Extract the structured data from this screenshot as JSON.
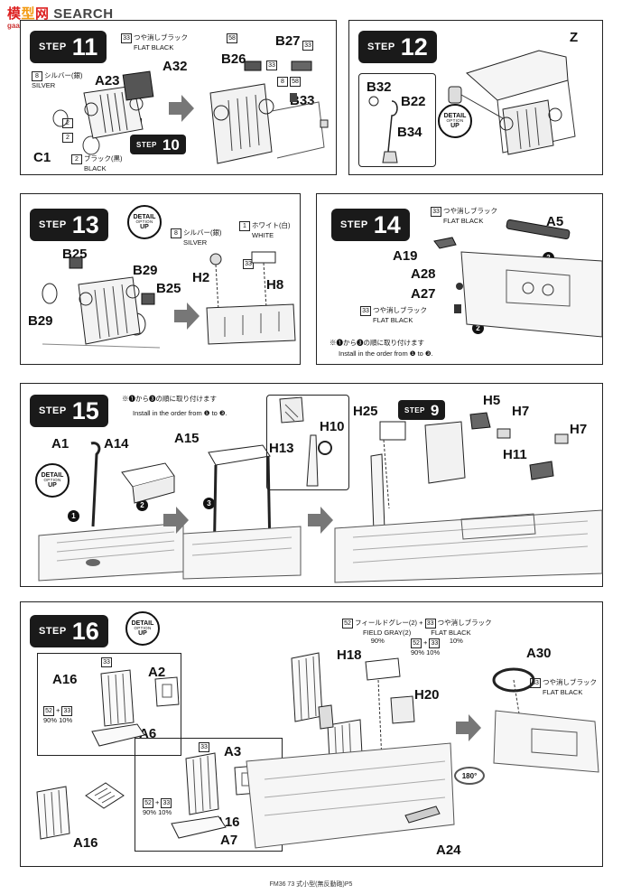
{
  "watermark": {
    "part1": "模",
    "part2": "型",
    "part3": "网",
    "brand": "SEARCH",
    "sub": "gaa-shor.com"
  },
  "step_word": "STEP",
  "detail": {
    "l1": "DETAIL",
    "l2": "OPTION",
    "l3": "UP"
  },
  "steps": {
    "s11": {
      "number": "11",
      "paint_flat_black": {
        "num": "33",
        "jp": "つや消しブラック",
        "en": "FLAT BLACK"
      },
      "paint_silver": {
        "num": "8",
        "jp": "シルバー(銀)",
        "en": "SILVER"
      },
      "paint_black": {
        "num": "2",
        "jp": "ブラック(黒)",
        "en": "BLACK"
      },
      "labels": {
        "a32": "A32",
        "a23": "A23",
        "c1": "C1",
        "b26": "B26",
        "b27": "B27",
        "b33": "B33"
      },
      "callouts": {
        "c2a": "2",
        "c8a": "8",
        "c2b": "2",
        "c58": "58",
        "c33a": "33",
        "c33b": "33",
        "c8b": "8",
        "c58b": "58"
      }
    },
    "s10": {
      "number": "10"
    },
    "s12": {
      "number": "12",
      "labels": {
        "z": "Z",
        "b32": "B32",
        "b22": "B22",
        "b34": "B34"
      }
    },
    "s13": {
      "number": "13",
      "paint_silver": {
        "num": "8",
        "jp": "シルバー(銀)",
        "en": "SILVER"
      },
      "paint_white": {
        "num": "1",
        "jp": "ホワイト(白)",
        "en": "WHITE"
      },
      "labels": {
        "b25a": "B25",
        "b29a": "B29",
        "b29b": "B29",
        "b25b": "B25",
        "h2": "H2",
        "h8": "H8"
      },
      "callouts": {
        "c33": "33"
      }
    },
    "s14": {
      "number": "14",
      "paint_flat_black_a": {
        "num": "33",
        "jp": "つや消しブラック",
        "en": "FLAT BLACK"
      },
      "paint_flat_black_b": {
        "num": "33",
        "jp": "つや消しブラック",
        "en": "FLAT BLACK"
      },
      "labels": {
        "a5": "A5",
        "a19": "A19",
        "a28": "A28",
        "a27": "A27"
      },
      "order_jp": "※❶から❸の順に取り付けます",
      "order_en": "Install in the order from ❶ to ❸.",
      "nums": [
        "1",
        "2",
        "3"
      ]
    },
    "s15": {
      "number": "15",
      "order_jp": "※❶から❸の順に取り付けます",
      "order_en": "Install in the order from ❶ to ❸.",
      "labels": {
        "a1": "A1",
        "a14": "A14",
        "a15": "A15",
        "h10": "H10",
        "h13": "H13",
        "h25": "H25",
        "h5": "H5",
        "h7a": "H7",
        "h7b": "H7",
        "h11": "H11"
      },
      "nums": [
        "1",
        "2",
        "3"
      ],
      "callout3": "3"
    },
    "s9": {
      "number": "9"
    },
    "s16": {
      "number": "16",
      "paint_field_gray": {
        "num": "52",
        "jp": "フィールドグレー(2)",
        "en": "FIELD GRAY(2)",
        "pct": "90%"
      },
      "paint_flat_black": {
        "num": "33",
        "jp": "つや消しブラック",
        "en": "FLAT BLACK",
        "pct": "10%"
      },
      "plus": "+",
      "labels": {
        "a16a": "A16",
        "a2": "A2",
        "a6": "A6",
        "a3": "A3",
        "a16b": "A16",
        "a7": "A7",
        "a16c": "A16",
        "h18": "H18",
        "h20": "H20",
        "a30": "A30",
        "a24": "A24"
      },
      "mix": {
        "n52": "52",
        "n33": "33",
        "p90": "90%",
        "p10": "10%"
      },
      "paint_flat_black_b": {
        "num": "33",
        "jp": "つや消しブラック",
        "en": "FLAT BLACK"
      },
      "rotate": "180°"
    }
  },
  "footer": "FM36 73 式小型(無反動砲)P5"
}
